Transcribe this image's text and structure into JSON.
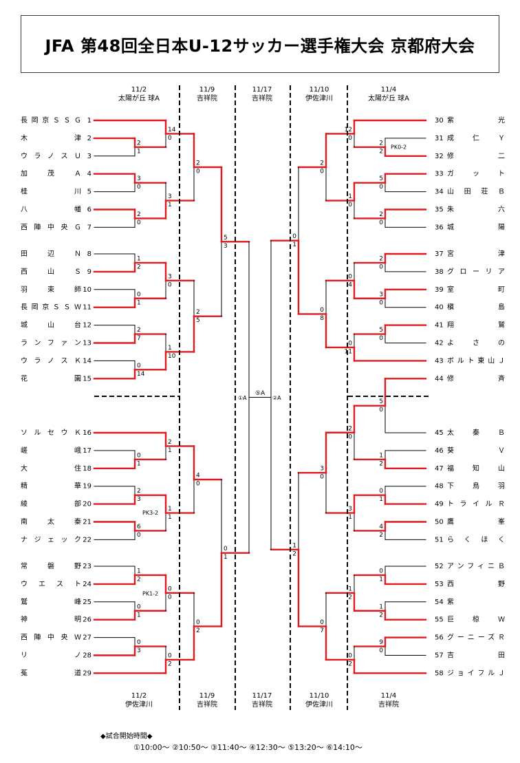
{
  "title": "JFA 第48回全日本U-12サッカー選手権大会 京都府大会",
  "dates_top": [
    {
      "date": "11/2",
      "venue": "太陽が丘 球A"
    },
    {
      "date": "11/9",
      "venue": "吉祥院"
    },
    {
      "date": "11/17",
      "venue": "吉祥院"
    },
    {
      "date": "11/10",
      "venue": "伊佐津川"
    },
    {
      "date": "11/4",
      "venue": "太陽が丘 球A"
    }
  ],
  "dates_bottom": [
    {
      "date": "11/2",
      "venue": "伊佐津川"
    },
    {
      "date": "11/9",
      "venue": "吉祥院"
    },
    {
      "date": "11/17",
      "venue": "吉祥院"
    },
    {
      "date": "11/10",
      "venue": "伊佐津川"
    },
    {
      "date": "11/4",
      "venue": "吉祥院"
    }
  ],
  "teams_left": [
    {
      "name": "長岡京ＳＳＧ",
      "num": "1"
    },
    {
      "name": "木津",
      "num": "2"
    },
    {
      "name": "ウラノスＵ",
      "num": "3"
    },
    {
      "name": "加茂Ａ",
      "num": "4"
    },
    {
      "name": "桂川",
      "num": "5"
    },
    {
      "name": "八幡",
      "num": "6"
    },
    {
      "name": "西陣中央Ｇ",
      "num": "7"
    },
    {
      "name": "田辺Ｎ",
      "num": "8"
    },
    {
      "name": "西山Ｓ",
      "num": "9"
    },
    {
      "name": "羽束師",
      "num": "10"
    },
    {
      "name": "長岡京ＳＳＷ",
      "num": "11"
    },
    {
      "name": "城山台",
      "num": "12"
    },
    {
      "name": "ランファン",
      "num": "13"
    },
    {
      "name": "ウラノスＫ",
      "num": "14"
    },
    {
      "name": "花園",
      "num": "15"
    },
    {
      "name": "ソルセウＫ",
      "num": "16"
    },
    {
      "name": "嵯峨",
      "num": "17"
    },
    {
      "name": "大住",
      "num": "18"
    },
    {
      "name": "精華",
      "num": "19"
    },
    {
      "name": "綾部",
      "num": "20"
    },
    {
      "name": "南太秦",
      "num": "21"
    },
    {
      "name": "ナジェック",
      "num": "22"
    },
    {
      "name": "常磐野",
      "num": "23"
    },
    {
      "name": "ウエスト",
      "num": "24"
    },
    {
      "name": "鷲峰",
      "num": "25"
    },
    {
      "name": "神明",
      "num": "26"
    },
    {
      "name": "西陣中央Ｗ",
      "num": "27"
    },
    {
      "name": "リノ",
      "num": "28"
    },
    {
      "name": "菟道",
      "num": "29"
    }
  ],
  "teams_right": [
    {
      "name": "紫光",
      "num": "30"
    },
    {
      "name": "成仁Ｙ",
      "num": "31"
    },
    {
      "name": "修二",
      "num": "32"
    },
    {
      "name": "ガット",
      "num": "33"
    },
    {
      "name": "山田荘Ｂ",
      "num": "34"
    },
    {
      "name": "朱六",
      "num": "35"
    },
    {
      "name": "城陽",
      "num": "36"
    },
    {
      "name": "宮津",
      "num": "37"
    },
    {
      "name": "グローリア",
      "num": "38"
    },
    {
      "name": "室町",
      "num": "39"
    },
    {
      "name": "槇島",
      "num": "40"
    },
    {
      "name": "翔鷲",
      "num": "41"
    },
    {
      "name": "よさの",
      "num": "42"
    },
    {
      "name": "ボルト東山Ｊ",
      "num": "43"
    },
    {
      "name": "修斉",
      "num": "44"
    },
    {
      "name": "太秦Ｂ",
      "num": "45"
    },
    {
      "name": "葵Ｖ",
      "num": "46"
    },
    {
      "name": "福知山",
      "num": "47"
    },
    {
      "name": "下鳥羽",
      "num": "48"
    },
    {
      "name": "トライルＲ",
      "num": "49"
    },
    {
      "name": "鷹峯",
      "num": "50"
    },
    {
      "name": "らくほく",
      "num": "51"
    },
    {
      "name": "アンフィニＢ",
      "num": "52"
    },
    {
      "name": "西野",
      "num": "53"
    },
    {
      "name": "紫",
      "num": "54"
    },
    {
      "name": "巨椋Ｗ",
      "num": "55"
    },
    {
      "name": "グーニーズＲ",
      "num": "56"
    },
    {
      "name": "吉田",
      "num": "57"
    },
    {
      "name": "ジョイフルＪ",
      "num": "58"
    }
  ],
  "notes": {
    "pk_31_32": "PK0-2",
    "pk_20_21": "PK3-2",
    "pk_24_25": "PK1-2"
  },
  "final": {
    "left_label": "①A",
    "center_label": "⑤A",
    "right_label": "②A"
  },
  "legend": {
    "title": "◆試合開始時間◆",
    "times": "①10:00～ ②10:50～ ③11:40～ ④12:30～ ⑤13:20～ ⑥14:10～"
  },
  "colors": {
    "winner_line": "#e0191e",
    "loser_line": "#000000"
  }
}
